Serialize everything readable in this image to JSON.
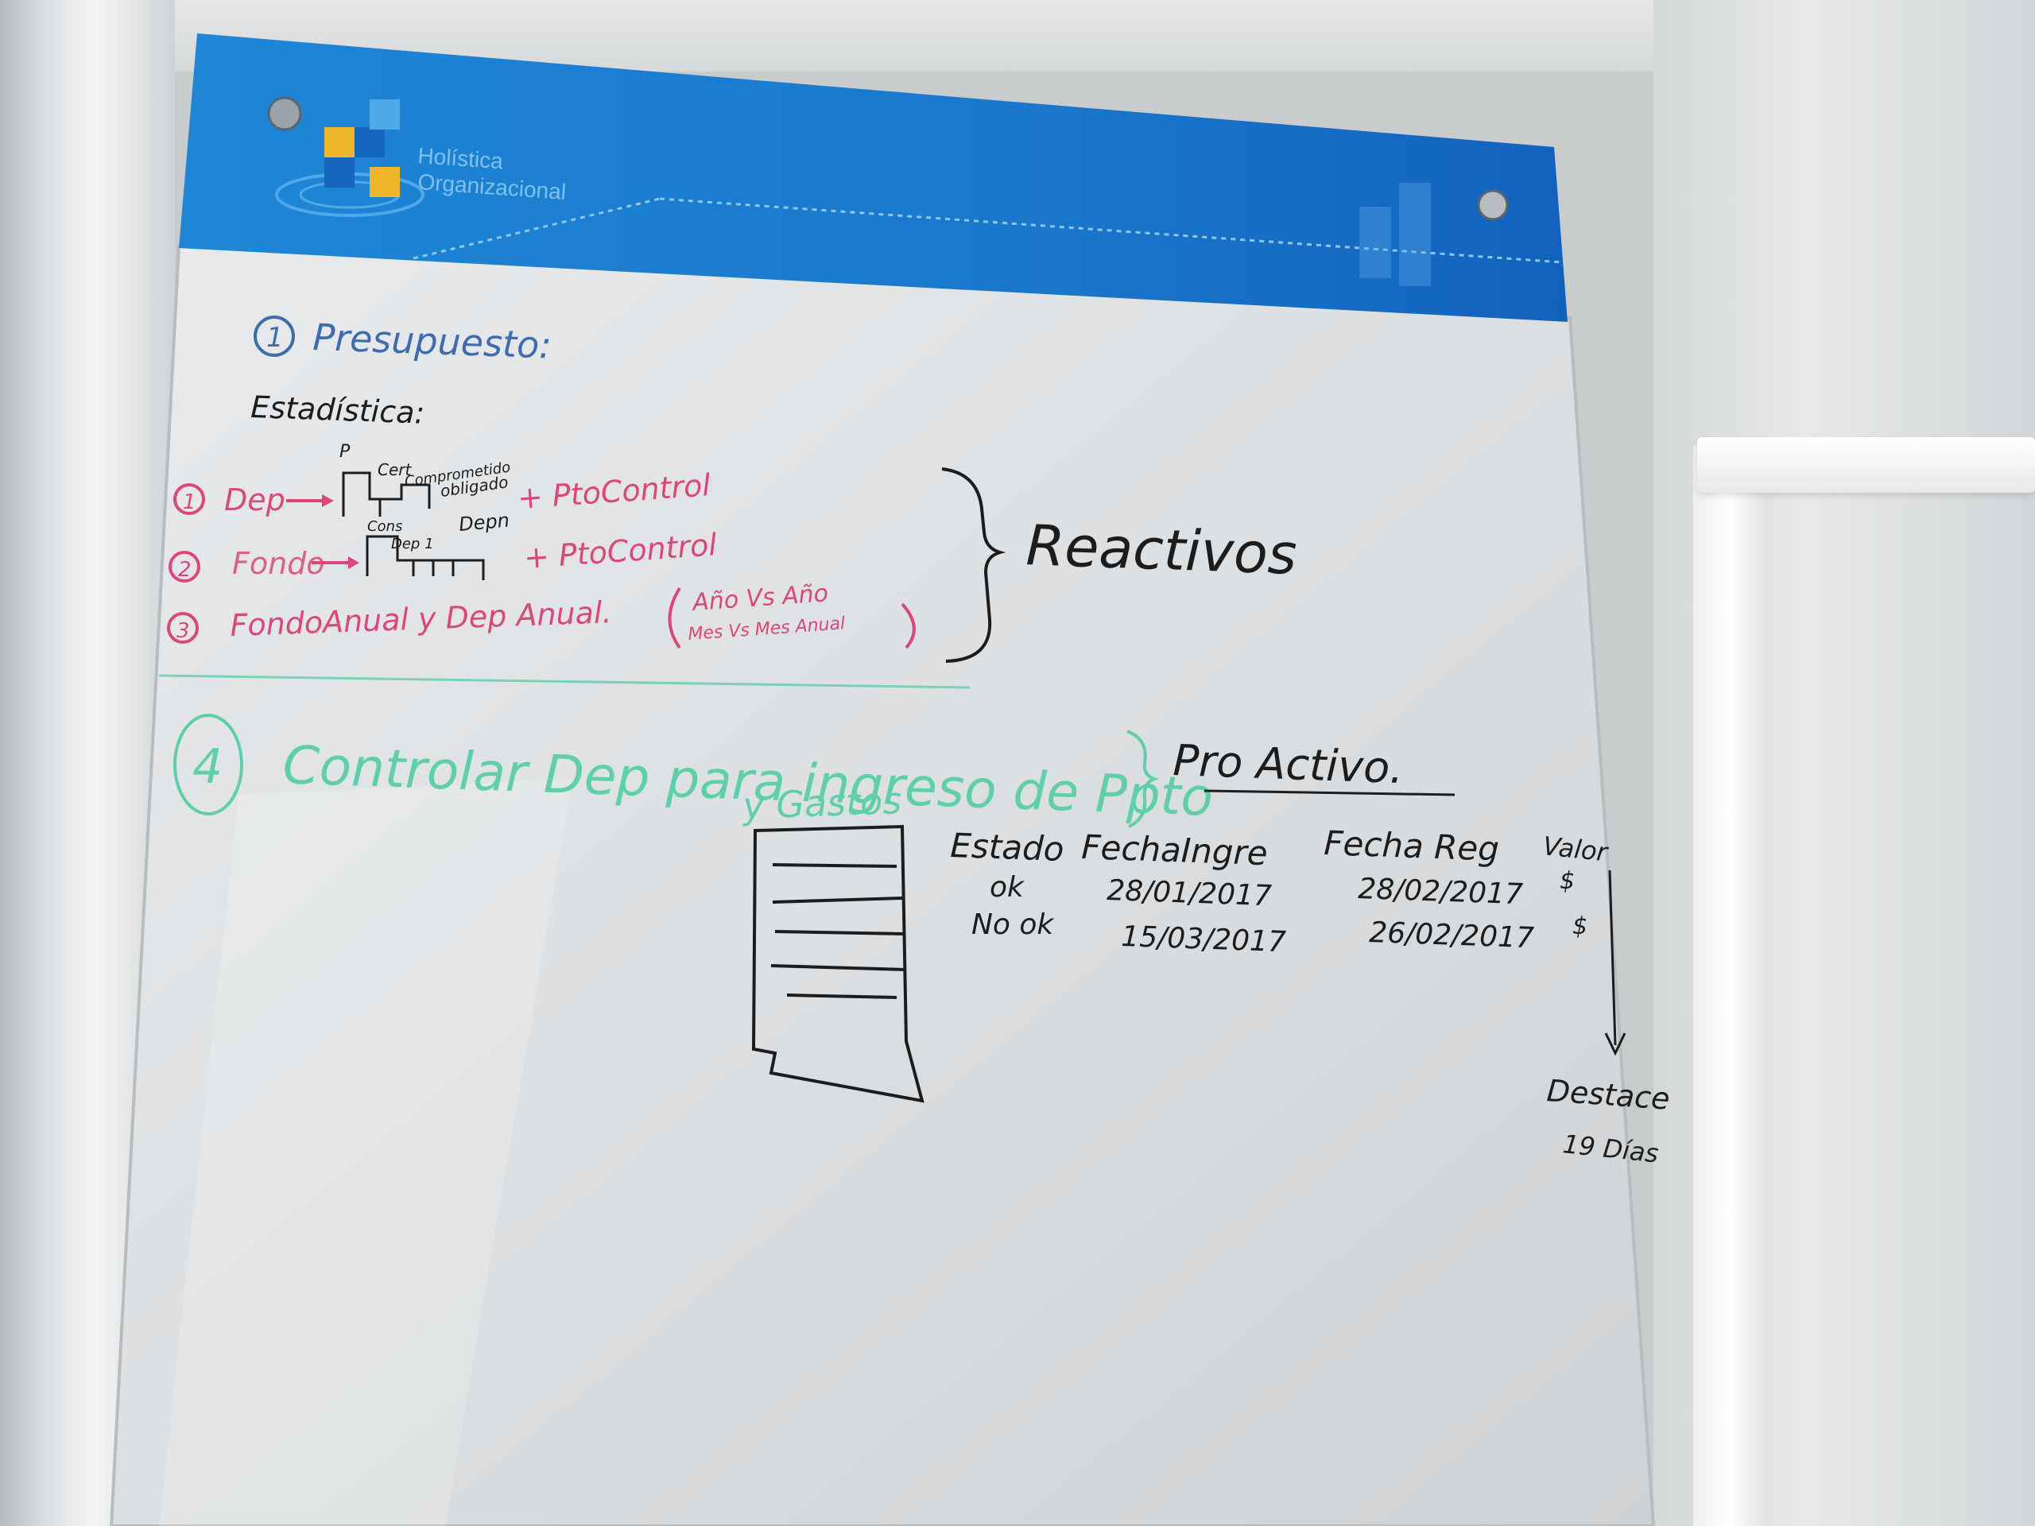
{
  "header": {
    "brand_line1": "Holística",
    "brand_line2": "Organizacional"
  },
  "section1": {
    "number": "1",
    "title": "Presupuesto:",
    "subtitle": "Estadística:",
    "item1": {
      "num": "1",
      "text": "Dep",
      "extra": "+ PtoControl",
      "labels": [
        "P",
        "Cert",
        "Comprometido",
        "obligado"
      ]
    },
    "item2": {
      "num": "2",
      "text": "Fondo",
      "extra": "+ PtoControl",
      "labels": [
        "Cons",
        "Dep 1",
        "Depn"
      ]
    },
    "item3": {
      "num": "3",
      "text": "FondoAnual y Dep Anual.",
      "paren_top": "Año Vs Año",
      "paren_bottom": "Mes Vs Mes Anual"
    },
    "bracket_label": "Reactivos"
  },
  "section4": {
    "number": "4",
    "text": "Controlar Dep para ingreso de Ppto",
    "text2": "y Gastos",
    "bracket_label": "Pro Activo."
  },
  "table": {
    "headers": [
      "Estado",
      "FechaIngre",
      "Fecha Reg",
      "Valor"
    ],
    "rows": [
      [
        "ok",
        "28/01/2017",
        "28/02/2017",
        "$"
      ],
      [
        "No ok",
        "15/03/2017",
        "26/02/2017",
        "$"
      ]
    ],
    "side_note": [
      "Destace",
      "19 Días"
    ]
  },
  "colors": {
    "blue_ink": "#3f6bb0",
    "black_ink": "#1c1c1c",
    "pink_ink": "#e0457a",
    "teal_ink": "#5fcfa8",
    "banner": "#1c7fd0"
  }
}
